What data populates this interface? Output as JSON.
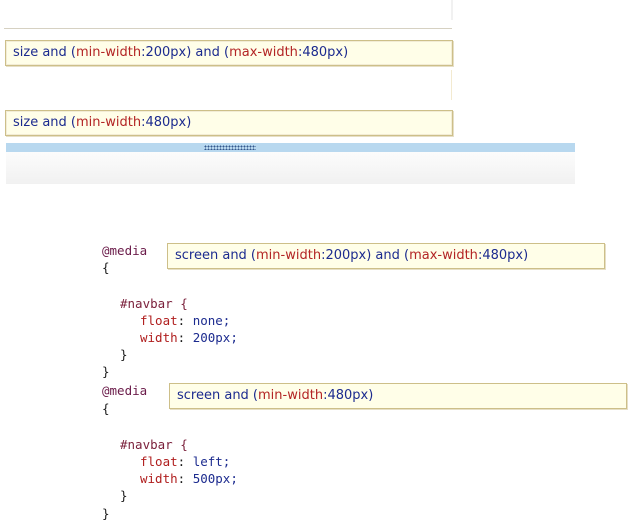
{
  "top_hints": [
    {
      "prefix": "size and (",
      "prop1": "min-width",
      "val1": ":200px) and (",
      "prop2": "max-width",
      "val2": ":480px)"
    },
    {
      "prefix": "size and (",
      "prop1": "min-width",
      "val1": ":480px)"
    }
  ],
  "code": {
    "block1": {
      "at_rule": "@media",
      "open_brace": "{",
      "selector": "#navbar {",
      "decl1_prop": "float",
      "decl1_val": " none;",
      "decl2_prop": "width",
      "decl2_val": " 200px;",
      "inner_close": "}",
      "outer_close": "}",
      "hint": {
        "prefix": "screen and (",
        "prop1": "min-width",
        "val1": ":200px) and (",
        "prop2": "max-width",
        "val2": ":480px)"
      }
    },
    "block2": {
      "at_rule": "@media",
      "open_brace": "{",
      "selector": "#navbar {",
      "decl1_prop": "float",
      "decl1_val": " left;",
      "decl2_prop": "width",
      "decl2_val": " 500px;",
      "inner_close": "}",
      "outer_close": "}",
      "hint": {
        "prefix": "screen and (",
        "prop1": "min-width",
        "val1": ":480px)"
      }
    }
  },
  "colors": {
    "tooltip_bg": "#fffee8",
    "tooltip_border": "#cdbf89",
    "keyword_blue": "#1c2b8f",
    "property_red": "#b32525",
    "splitter_blue": "#b8d8ef"
  }
}
